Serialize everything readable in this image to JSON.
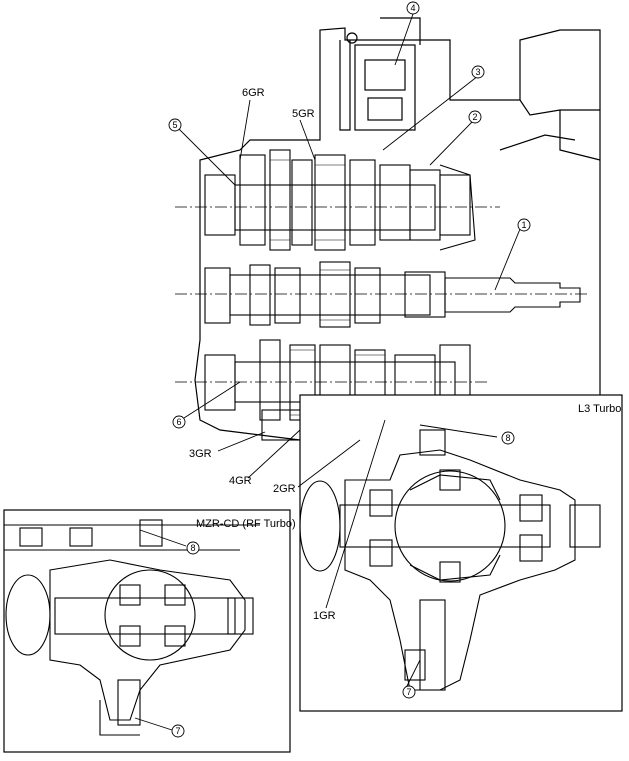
{
  "labels": {
    "gr6": "6GR",
    "gr5": "5GR",
    "gr3": "3GR",
    "gr4": "4GR",
    "gr2": "2GR",
    "gr1": "1GR"
  },
  "insets": {
    "l3": "L3 Turbo",
    "mzr": "MZR-CD (RF Turbo)"
  },
  "callouts": {
    "c1": "1",
    "c2": "2",
    "c3": "3",
    "c4": "4",
    "c5": "5",
    "c6": "6",
    "c7": "7",
    "c8": "8",
    "c7_l3": "7",
    "c8_l3": "8",
    "c7_mzr": "7",
    "c8_mzr": "8"
  }
}
